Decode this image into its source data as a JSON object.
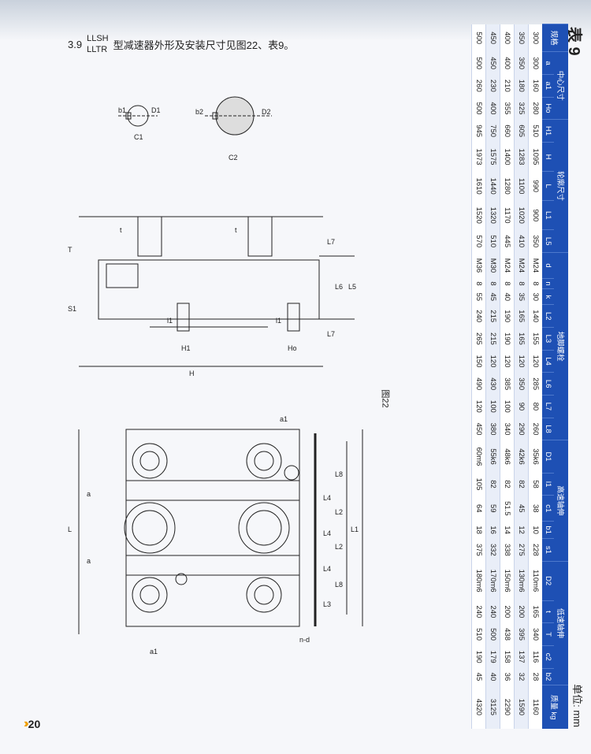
{
  "heading": {
    "number": "3.9",
    "code_top": "LLSH",
    "code_bottom": "LLTR",
    "title": "型减速器外形及安装尺寸见图22、表9。"
  },
  "figure_label": "图22",
  "table": {
    "title": "表 9",
    "unit": "单位: mm",
    "groups": [
      "中心尺寸",
      "轮廓尺寸",
      "地脚螺栓",
      "高速轴伸",
      "低速轴伸"
    ],
    "columns": [
      "规格",
      "a",
      "a1",
      "Ho",
      "H1",
      "H",
      "L",
      "L1",
      "L5",
      "d",
      "n",
      "k",
      "L2",
      "L3",
      "L4",
      "L6",
      "L7",
      "L8",
      "D1",
      "l1",
      "c1",
      "b1",
      "s1",
      "D2",
      "t",
      "T",
      "c2",
      "b2",
      "质量 kg"
    ],
    "rows": [
      [
        "300",
        "300",
        "160",
        "280",
        "510",
        "1095",
        "990",
        "900",
        "350",
        "M24",
        "8",
        "30",
        "140",
        "155",
        "120",
        "285",
        "80",
        "260",
        "35k6",
        "58",
        "38",
        "10",
        "228",
        "110m6",
        "165",
        "340",
        "116",
        "28",
        "1160"
      ],
      [
        "350",
        "350",
        "180",
        "325",
        "605",
        "1283",
        "1100",
        "1020",
        "410",
        "M24",
        "8",
        "35",
        "165",
        "165",
        "120",
        "350",
        "90",
        "290",
        "42k6",
        "82",
        "45",
        "12",
        "275",
        "130m6",
        "200",
        "395",
        "137",
        "32",
        "1590"
      ],
      [
        "400",
        "400",
        "210",
        "355",
        "660",
        "1400",
        "1280",
        "1170",
        "445",
        "M24",
        "8",
        "40",
        "190",
        "190",
        "120",
        "385",
        "100",
        "340",
        "48k6",
        "82",
        "51.5",
        "14",
        "338",
        "150m6",
        "200",
        "438",
        "158",
        "36",
        "2290"
      ],
      [
        "450",
        "450",
        "230",
        "400",
        "750",
        "1575",
        "1440",
        "1320",
        "510",
        "M30",
        "8",
        "45",
        "215",
        "215",
        "120",
        "430",
        "100",
        "380",
        "55k6",
        "82",
        "59",
        "16",
        "332",
        "170m6",
        "240",
        "500",
        "179",
        "40",
        "3125"
      ],
      [
        "500",
        "500",
        "260",
        "500",
        "945",
        "1973",
        "1610",
        "1520",
        "570",
        "M36",
        "8",
        "55",
        "240",
        "265",
        "150",
        "490",
        "120",
        "450",
        "60m6",
        "105",
        "64",
        "18",
        "375",
        "180m6",
        "240",
        "510",
        "190",
        "45",
        "4320"
      ]
    ]
  },
  "drawing_labels": {
    "shaft_small": [
      "b1",
      "D1",
      "C1"
    ],
    "shaft_large": [
      "b2",
      "D2",
      "C2"
    ],
    "side": [
      "T",
      "t",
      "t",
      "S1",
      "L7",
      "L6",
      "L5",
      "L7",
      "l1",
      "l1",
      "H1",
      "Ho",
      "H"
    ],
    "plan": [
      "a1",
      "L",
      "a",
      "a",
      "L8",
      "L4",
      "L2",
      "L4",
      "L2",
      "L4",
      "L8",
      "L3",
      "L1",
      "n-d",
      "a1"
    ]
  },
  "page_number": "20",
  "colors": {
    "header_blue": "#1e50b4",
    "accent_orange": "#f0a000"
  }
}
